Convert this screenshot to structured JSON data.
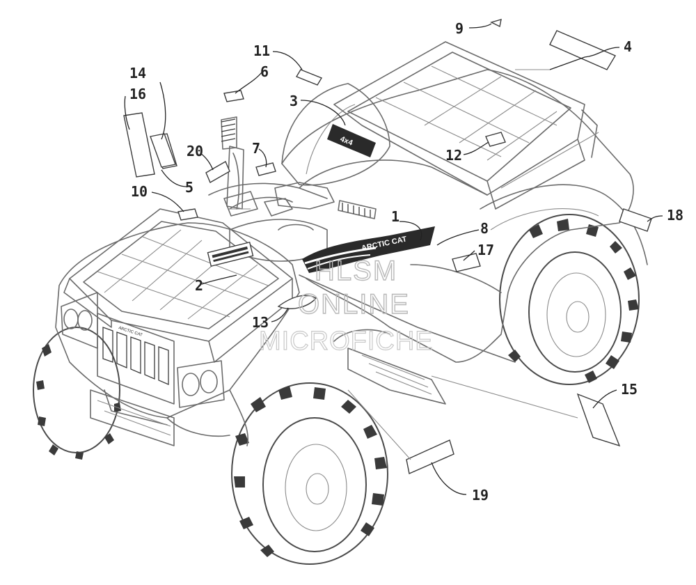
{
  "watermark": {
    "line1": "HLSM",
    "line2": "ONLINE",
    "line3": "MICROFICHE"
  },
  "decal_text": {
    "brand": "ARCTIC CAT",
    "badge": "4x4",
    "grille_badge": "ARCTIC CAT"
  },
  "callouts": [
    {
      "id": "c1",
      "label": "1"
    },
    {
      "id": "c2",
      "label": "2"
    },
    {
      "id": "c3",
      "label": "3"
    },
    {
      "id": "c4",
      "label": "4"
    },
    {
      "id": "c5",
      "label": "5"
    },
    {
      "id": "c6",
      "label": "6"
    },
    {
      "id": "c7",
      "label": "7"
    },
    {
      "id": "c8",
      "label": "8"
    },
    {
      "id": "c9",
      "label": "9"
    },
    {
      "id": "c10",
      "label": "10"
    },
    {
      "id": "c11",
      "label": "11"
    },
    {
      "id": "c12",
      "label": "12"
    },
    {
      "id": "c13",
      "label": "13"
    },
    {
      "id": "c14",
      "label": "14"
    },
    {
      "id": "c15",
      "label": "15"
    },
    {
      "id": "c16",
      "label": "16"
    },
    {
      "id": "c17",
      "label": "17"
    },
    {
      "id": "c18",
      "label": "18"
    },
    {
      "id": "c19",
      "label": "19"
    },
    {
      "id": "c20",
      "label": "20"
    }
  ]
}
